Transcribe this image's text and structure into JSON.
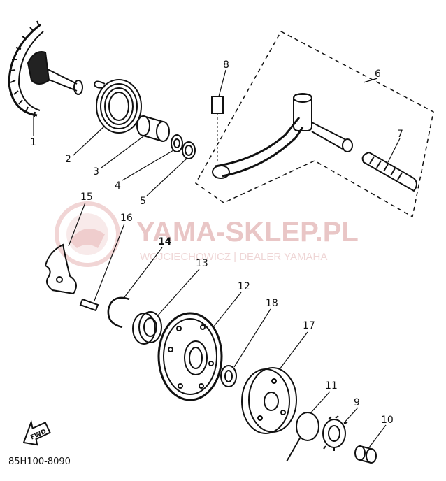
{
  "diagram": {
    "watermark": {
      "title": "YAMA-SKLEP.PL",
      "subtitle": "WOJCIECHOWICZ | DEALER YAMAHA"
    },
    "part_labels": [
      "1",
      "2",
      "3",
      "4",
      "5",
      "6",
      "7",
      "8",
      "9",
      "10",
      "11",
      "12",
      "13",
      "14",
      "15",
      "16",
      "17",
      "18"
    ],
    "direction_label": "FWD",
    "diagram_code": "85H100-8090"
  }
}
